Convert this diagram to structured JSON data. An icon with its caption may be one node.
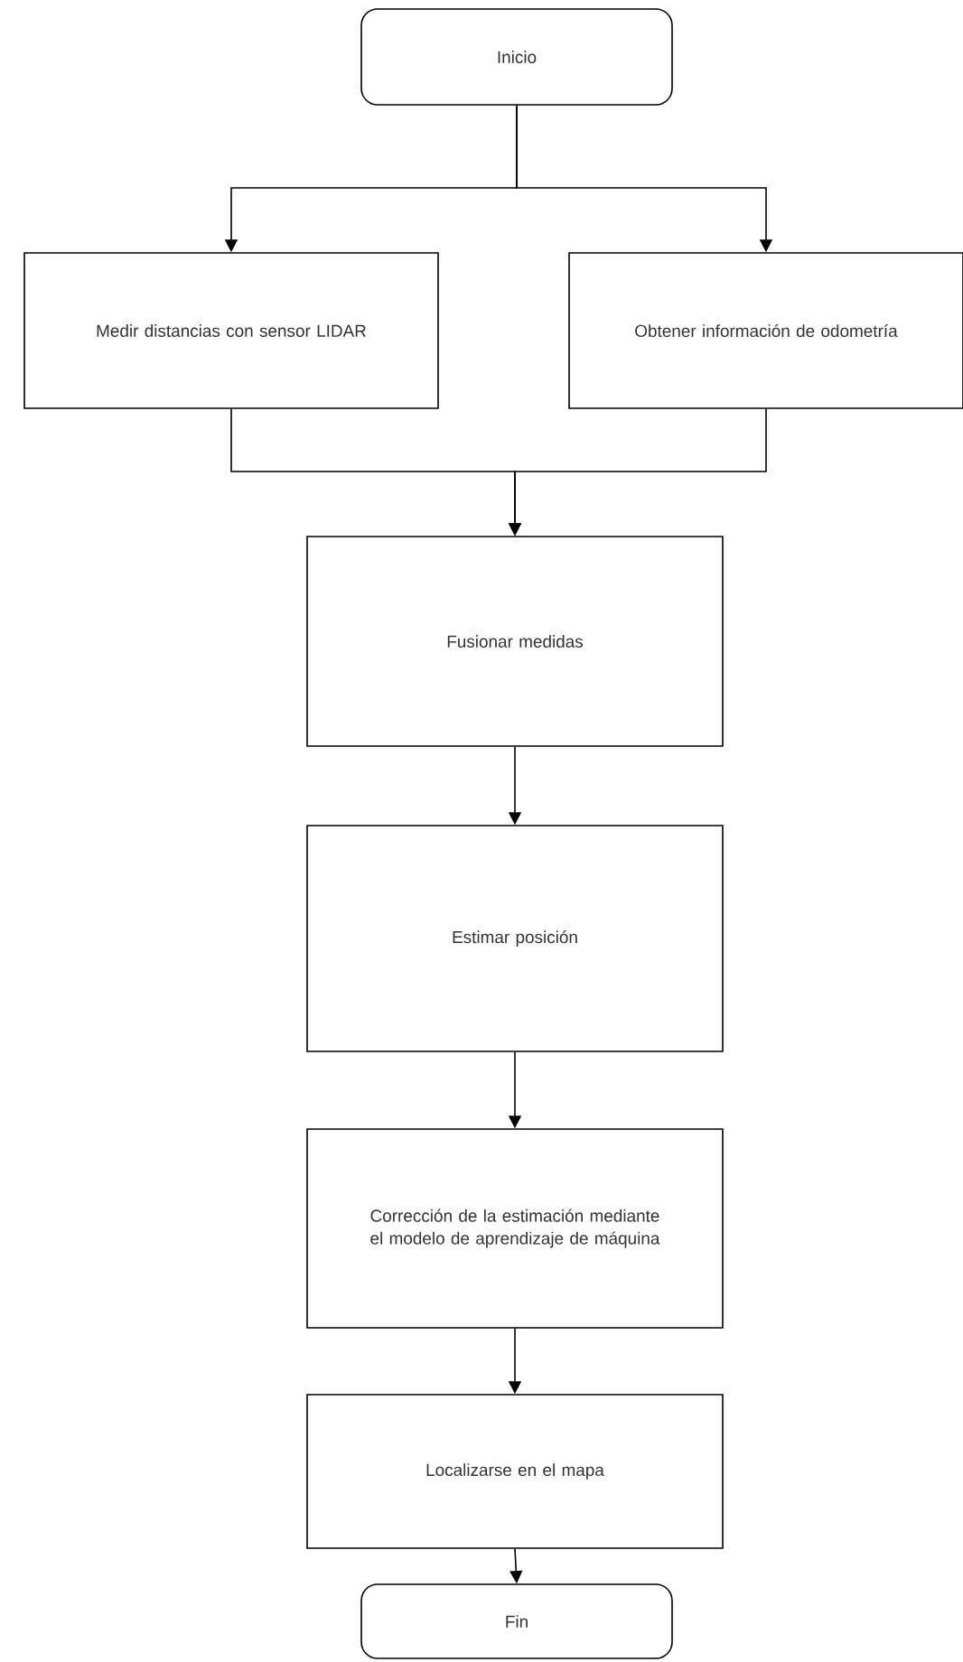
{
  "diagram": {
    "nodes": [
      {
        "text": [
          "Inicio"
        ]
      },
      {
        "text": [
          "Medir distancias con sensor LIDAR"
        ]
      },
      {
        "text": [
          "Obtener información de odometría"
        ]
      },
      {
        "text": [
          "Fusionar medidas"
        ]
      },
      {
        "text": [
          "Estimar posición"
        ]
      },
      {
        "text": [
          "Corrección de la estimación mediante el modelo de aprendizaje de máquina"
        ]
      },
      {
        "text": [
          "Localizarse en el mapa"
        ]
      },
      {
        "text": [
          "Fin"
        ]
      }
    ],
    "edges": [
      {
        "from": 0,
        "to": 1,
        "arrow": "to"
      },
      {
        "from": 0,
        "to": 2,
        "arrow": "to"
      },
      {
        "from": 1,
        "to": 3,
        "arrow": "to"
      },
      {
        "from": 2,
        "to": 3,
        "arrow": "to"
      },
      {
        "from": 3,
        "to": 4,
        "arrow": "to"
      },
      {
        "from": 4,
        "to": 5,
        "arrow": "to"
      },
      {
        "from": 5,
        "to": 6,
        "arrow": "to"
      },
      {
        "from": 6,
        "to": 7,
        "arrow": "to"
      }
    ]
  }
}
